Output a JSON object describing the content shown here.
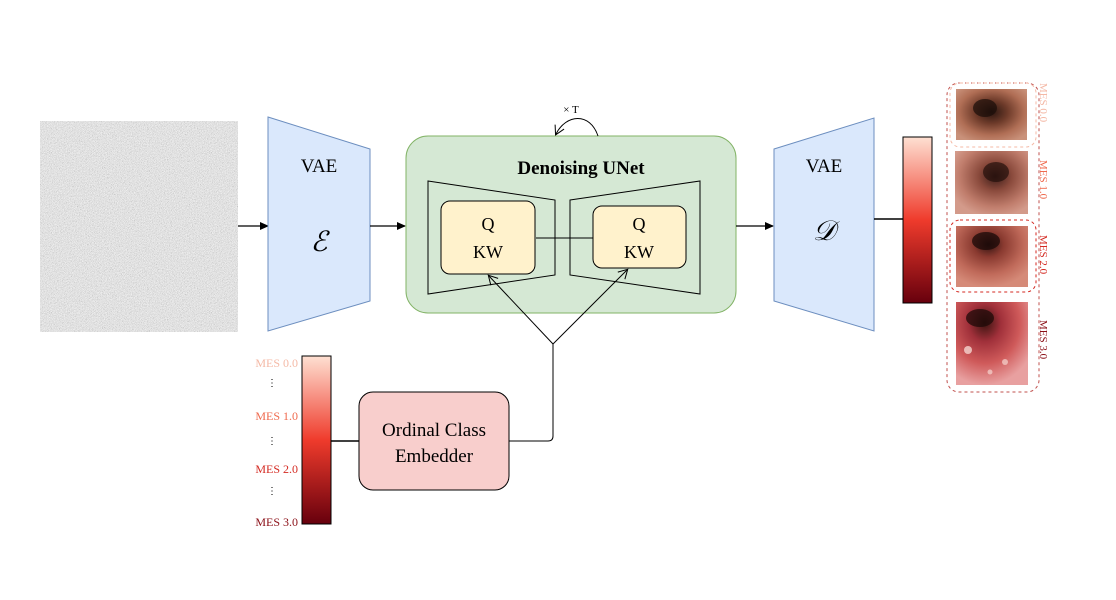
{
  "encoder": {
    "label": "VAE",
    "symbol": "ℰ"
  },
  "decoder": {
    "label": "VAE",
    "symbol": "𝒟"
  },
  "unet": {
    "title": "Denoising UNet",
    "loop_label": "× T",
    "left_block": {
      "line1": "Q",
      "line2": "KW"
    },
    "right_block": {
      "line1": "Q",
      "line2": "KW"
    }
  },
  "embedder": {
    "line1": "Ordinal Class",
    "line2": "Embedder"
  },
  "scale": {
    "labels": [
      "MES 0.0",
      "MES 1.0",
      "MES 2.0",
      "MES 3.0"
    ],
    "label_colors": [
      "#f4b9a6",
      "#ef6a4e",
      "#d42a22",
      "#8b0f17"
    ],
    "ellipsis": "⋮"
  },
  "outputs": {
    "labels": [
      "MES 0.0",
      "MES 1.0",
      "MES 2.0",
      "MES 3.0"
    ],
    "label_colors": [
      "#f4b9a6",
      "#ef6a4e",
      "#d42a22",
      "#8b0f17"
    ]
  },
  "colors": {
    "vae_fill": "#dae8fc",
    "unet_fill": "#d5e8d4",
    "unet_stroke": "#82b366",
    "attn_fill": "#fff2cc",
    "embedder_fill": "#f8cecc",
    "gradient_light": "#fee0d2",
    "gradient_mid": "#ef3b2c",
    "gradient_dark": "#67000d"
  }
}
